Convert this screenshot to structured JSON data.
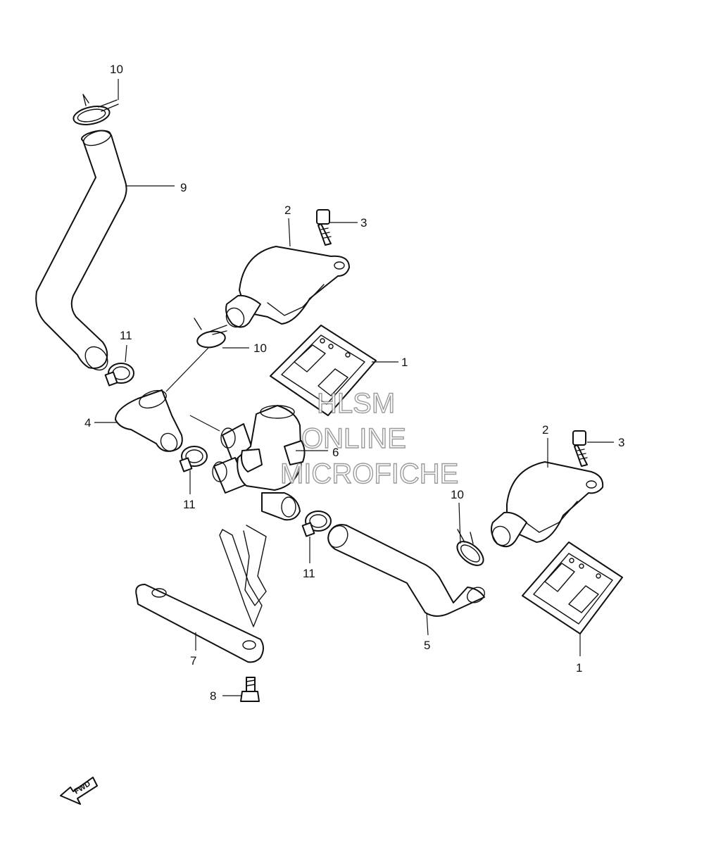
{
  "callouts": {
    "c1a": "1",
    "c1b": "1",
    "c2a": "2",
    "c2b": "2",
    "c3a": "3",
    "c3b": "3",
    "c4": "4",
    "c5": "5",
    "c6": "6",
    "c7": "7",
    "c8": "8",
    "c9": "9",
    "c10a": "10",
    "c10b": "10",
    "c10c": "10",
    "c11a": "11",
    "c11b": "11",
    "c11c": "11"
  },
  "watermark": {
    "line1": "HLSM",
    "line2": "ONLINE",
    "line3": "MICROFICHE"
  },
  "fwd_label": "FWD"
}
